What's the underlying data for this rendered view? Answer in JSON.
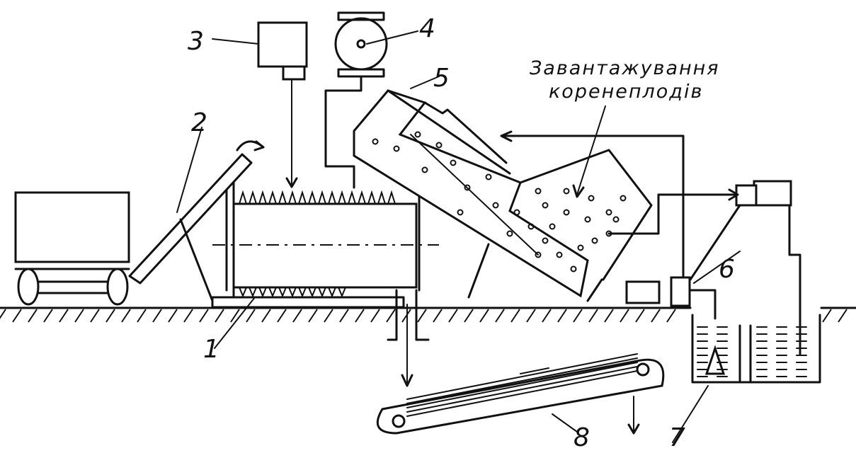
{
  "caption": {
    "line1": "Завантажування",
    "line2": "коренеплодів"
  },
  "labels": {
    "n1": "1",
    "n2": "2",
    "n3": "3",
    "n4": "4",
    "n5": "5",
    "n6": "6",
    "n7": "7",
    "n8": "8"
  }
}
